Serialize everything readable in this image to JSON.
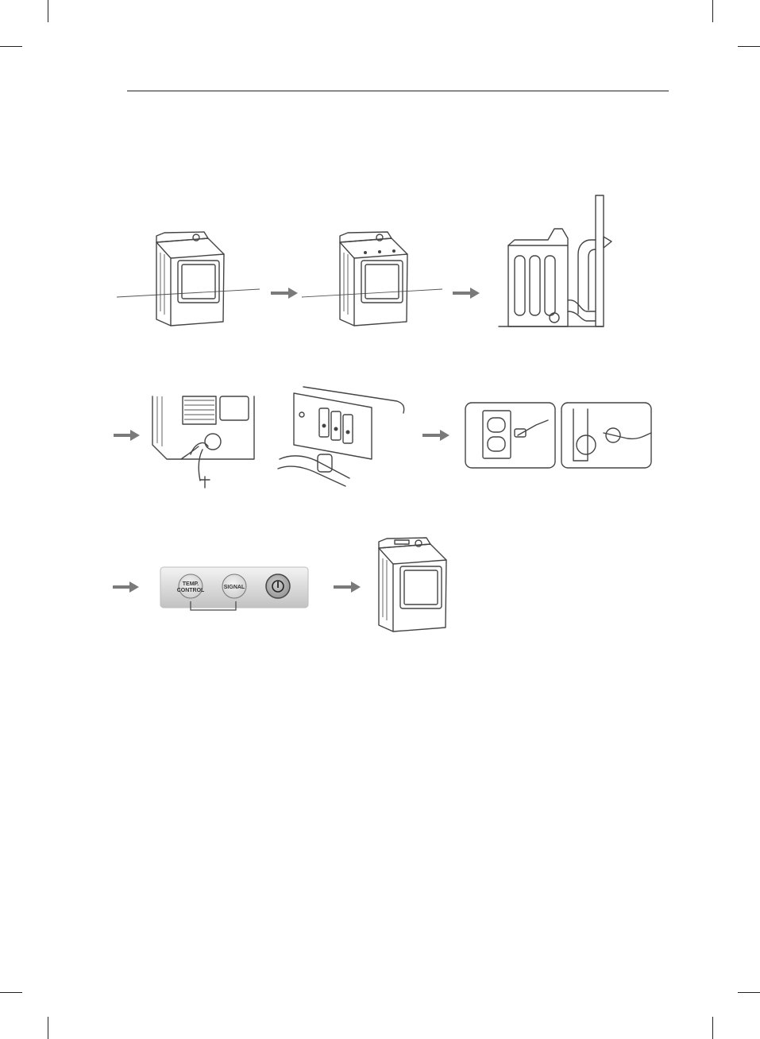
{
  "panel": {
    "temp_control_label_line1": "TEMP.",
    "temp_control_label_line2": "CONTROL",
    "signal_label": "SIGNAL",
    "power_icon": "power-icon"
  },
  "steps": [
    {
      "name": "level-dryer"
    },
    {
      "name": "check-level"
    },
    {
      "name": "connect-exhaust-duct"
    },
    {
      "name": "connect-gas-or-wiring"
    },
    {
      "name": "terminal-block"
    },
    {
      "name": "plug-in-power"
    },
    {
      "name": "test-panel"
    },
    {
      "name": "ready-dryer"
    }
  ],
  "colors": {
    "arrow": "#7a7a7a",
    "line_art": "#444444",
    "panel_gradient_top": "#f2f2f2",
    "panel_gradient_bottom": "#c4c4c4"
  }
}
